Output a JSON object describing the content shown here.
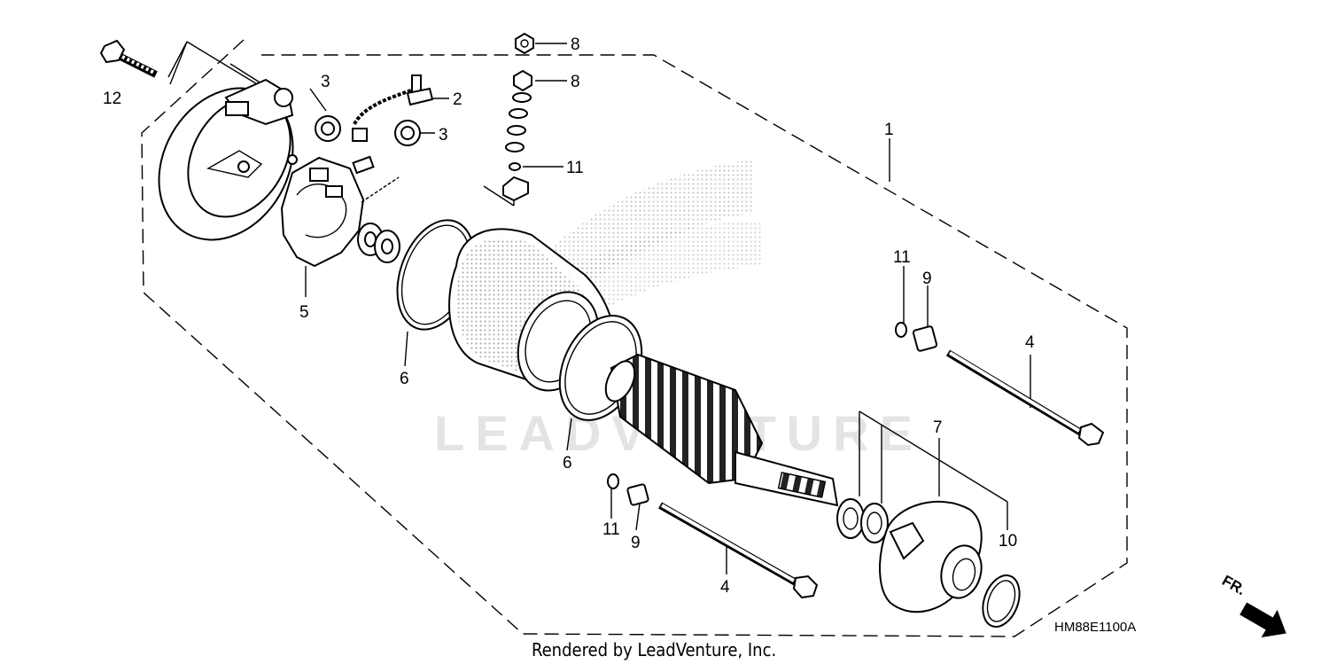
{
  "diagram": {
    "reference_code": "HM88E1100A",
    "footer": "Rendered by LeadVenture, Inc.",
    "direction_marker": "FR.",
    "watermark": "LEADVENTURE",
    "callouts": [
      {
        "id": "c1",
        "number": "1"
      },
      {
        "id": "c2",
        "number": "2"
      },
      {
        "id": "c3a",
        "number": "3"
      },
      {
        "id": "c3b",
        "number": "3"
      },
      {
        "id": "c4a",
        "number": "4"
      },
      {
        "id": "c4b",
        "number": "4"
      },
      {
        "id": "c5",
        "number": "5"
      },
      {
        "id": "c6a",
        "number": "6"
      },
      {
        "id": "c6b",
        "number": "6"
      },
      {
        "id": "c7",
        "number": "7"
      },
      {
        "id": "c8a",
        "number": "8"
      },
      {
        "id": "c8b",
        "number": "8"
      },
      {
        "id": "c9a",
        "number": "9"
      },
      {
        "id": "c9b",
        "number": "9"
      },
      {
        "id": "c10",
        "number": "10"
      },
      {
        "id": "c11a",
        "number": "11"
      },
      {
        "id": "c11b",
        "number": "11"
      },
      {
        "id": "c11c",
        "number": "11"
      },
      {
        "id": "c12",
        "number": "12"
      }
    ],
    "colors": {
      "line": "#000000",
      "background": "#ffffff",
      "watermark": "#e4e4e4"
    }
  }
}
